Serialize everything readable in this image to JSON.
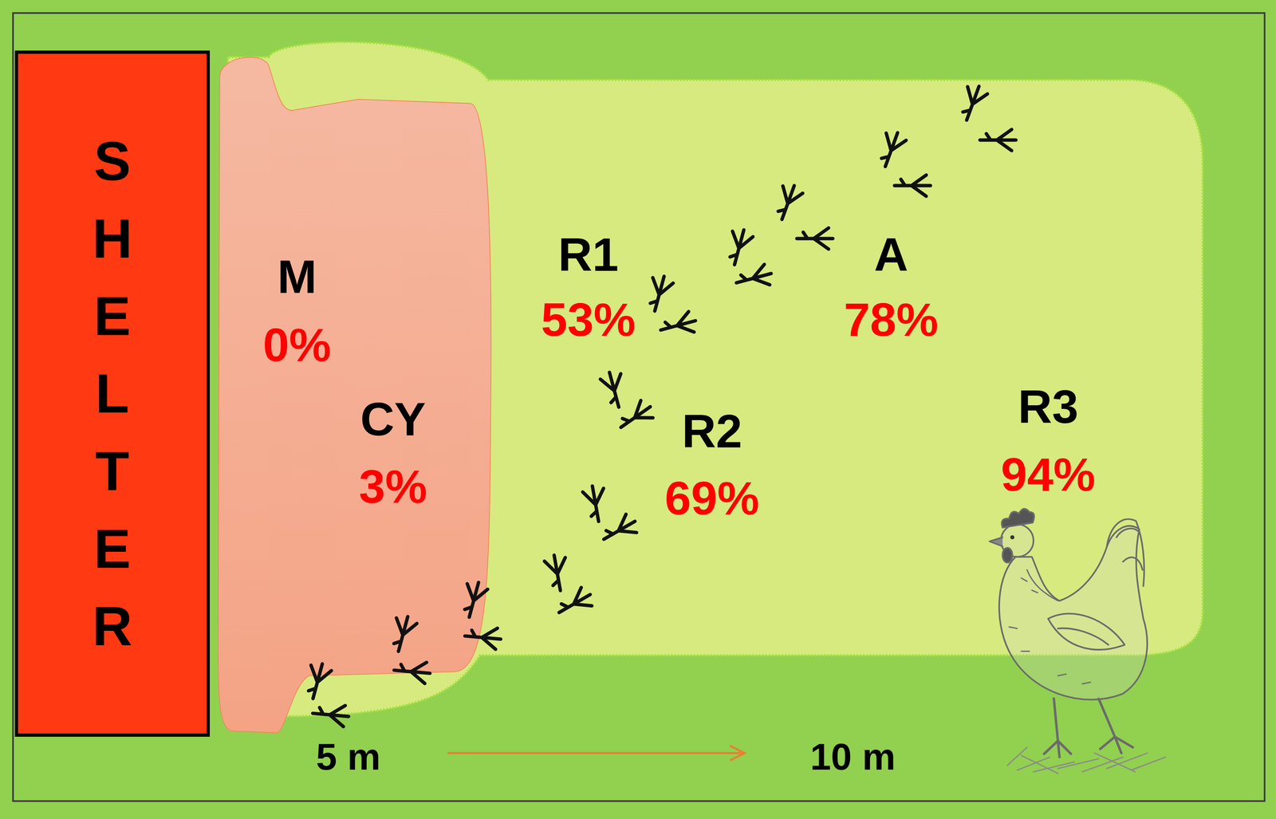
{
  "diagram": {
    "nodes": [
      {
        "text": [
          "SHELTER"
        ]
      }
    ],
    "labels": [
      "M",
      "0%",
      "CY",
      "3%",
      "R1",
      "53%",
      "A",
      "78%",
      "R2",
      "69%",
      "R3",
      "94%",
      "5 m",
      "10 m"
    ]
  }
}
